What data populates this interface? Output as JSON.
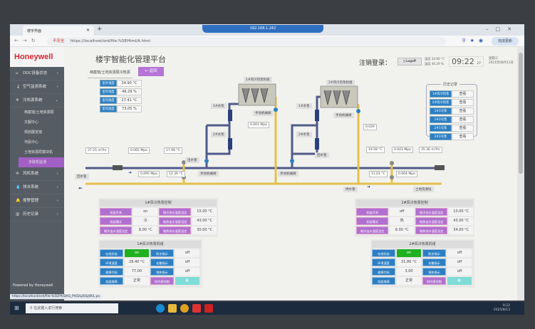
{
  "browser": {
    "tab_title": "楼宇界面",
    "remote_title": "192.168.1.242",
    "url_warning": "不安全",
    "url": "https://localhost/ord/file:%5EHtml/A.html",
    "update_button": "完成更新",
    "status_url": "https://localhost/ord/file:%5EPX/DAS_PX/DLJ/DLJ0K1.px"
  },
  "sidebar": {
    "logo": "Honeywell",
    "powered": "Powered by Honeywell",
    "items": [
      {
        "icon": "⌂",
        "label": "DDC设备状态"
      },
      {
        "icon": "🌡",
        "label": "空气监测系统"
      },
      {
        "icon": "❄",
        "label": "冷热源系统",
        "expanded": true
      }
    ],
    "subitems": [
      "档案馆/土地资源局",
      "文服中心",
      "规划展览馆",
      "市民中心",
      "土地资源局模块机",
      "多联机监测"
    ],
    "active_sub": "多联机监测",
    "items2": [
      {
        "icon": "✇",
        "label": "风机系统"
      },
      {
        "icon": "💧",
        "label": "排水系统"
      },
      {
        "icon": "🔔",
        "label": "报警管理"
      },
      {
        "icon": "▥",
        "label": "历史记录"
      }
    ]
  },
  "header": {
    "title": "楼宇智能化管理平台",
    "breadcrumb": "档案馆/土地资源局冷热源",
    "back": "返回",
    "logout_label": "注销登录：",
    "logoff": "Logoff",
    "temp_label": "温度",
    "temp": "34.90 °C",
    "hum_label": "湿度",
    "hum": "46.29 %",
    "time": "09:22",
    "seconds": "27",
    "weekday": "星期三",
    "date": "2021年08月11日"
  },
  "env": [
    {
      "label": "室外温度",
      "value": "34.90 °C"
    },
    {
      "label": "室外湿度",
      "value": "46.29 %"
    },
    {
      "label": "室内温度",
      "value": "27.41 °C"
    },
    {
      "label": "室内湿度",
      "value": "73.05 %"
    }
  ],
  "history": {
    "title": "历史记录",
    "items": [
      {
        "label": "1#风冷热泵",
        "action": "查看"
      },
      {
        "label": "2#风冷热泵",
        "action": "查看"
      },
      {
        "label": "1#1号泵",
        "action": "查看"
      },
      {
        "label": "1#2号泵",
        "action": "查看"
      },
      {
        "label": "2#1号泵",
        "action": "查看"
      },
      {
        "label": "2#2号泵",
        "action": "查看"
      }
    ]
  },
  "diagram": {
    "unit1": "1#风冷热泵机组",
    "unit2": "2#风冷热泵机组",
    "pump1": "1#水泵",
    "pump2": "2#水泵",
    "manual_valve": "手动机械阀",
    "p1": "0.001 Mpa",
    "p2": "0.029",
    "return_pipe": "回水管",
    "supply_pipe": "供水管",
    "out_pipe": "出水管",
    "return_left": "回水管",
    "land": "土地资源局",
    "left_flow": "37.25 m³/hr",
    "left_p1": "0.065 Mpa",
    "left_t1": "17.99 °C",
    "left_p2": "0.095 Mpa",
    "left_t2": "12.39 °C",
    "right_t1": "19.58 °C",
    "right_p1": "0.043 Mpa",
    "right_flow": "35.36 m³/hr",
    "right_t2": "11.01 °C",
    "right_p2": "0.064 Mpa"
  },
  "ctrl1": {
    "title": "1#风冷热泵控制",
    "rows": [
      [
        "机组开关",
        "on",
        "制冷进水温度设定",
        "15.00 °C"
      ],
      [
        "机组模式",
        "冷",
        "制热出水温度设定",
        "43.00 °C"
      ],
      [
        "制冷出水温度设定",
        "8.00 °C",
        "制热进水温度设定",
        "30.00 °C"
      ]
    ]
  },
  "unit1": {
    "title": "1#风冷热泵机组",
    "rows": [
      [
        "在线状态",
        "on",
        "防冻指示",
        "off"
      ],
      [
        "环境温度",
        "26.40 °C",
        "化霜指示",
        "off"
      ],
      [
        "故障代码",
        "77.00",
        "预热指示",
        "off"
      ],
      [
        "机组故障",
        "正常",
        "时间表控制",
        ""
      ]
    ]
  },
  "ctrl2": {
    "title": "2#风冷热泵控制",
    "rows": [
      [
        "机组开关",
        "off",
        "制冷进水温度设定",
        "10.00 °C"
      ],
      [
        "机组模式",
        "热",
        "制热出水温度设定",
        "43.00 °C"
      ],
      [
        "制冷出水温度设定",
        "6.00 °C",
        "制热进水温度设定",
        "34.00 °C"
      ]
    ]
  },
  "unit2": {
    "title": "2#风冷热泵机组",
    "rows": [
      [
        "在线状态",
        "on",
        "防冻指示",
        "off"
      ],
      [
        "环境温度",
        "31.80 °C",
        "化霜指示",
        "off"
      ],
      [
        "故障代码",
        "3.00",
        "预热指示",
        "off"
      ],
      [
        "机组故障",
        "正常",
        "时间表控制",
        ""
      ]
    ]
  },
  "taskbar": {
    "search": "在此键入进行搜索",
    "time": "9:22",
    "date": "2025/8/13"
  }
}
